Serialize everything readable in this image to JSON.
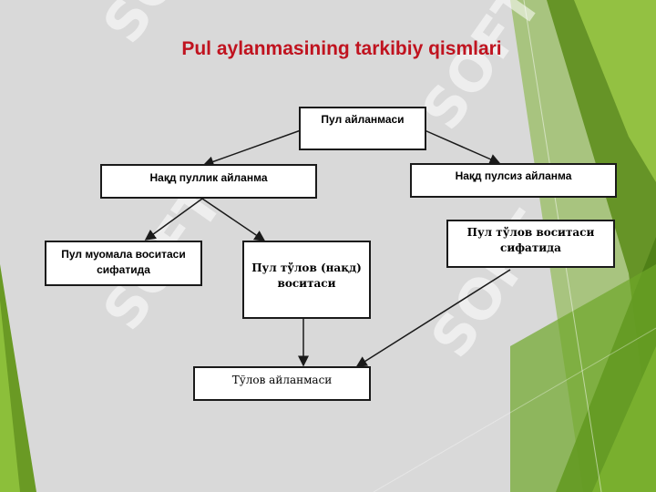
{
  "slide": {
    "title": "Pul aylanmasining tarkibiy qismlari"
  },
  "diagram": {
    "nodes": {
      "root": "Пул айланмаси",
      "cash": "Нақд пуллик айланма",
      "noncash": "Нақд пулсиз айланма",
      "cash_circulation": "Пул муомала воситаси сифатида",
      "cash_payment": "Пул тўлов (нақд) воситаси",
      "noncash_payment": "Пул тўлов воситаси сифатида",
      "payment_turnover": "Тўлов айланмаси"
    }
  },
  "watermark": {
    "text": "SOFT"
  },
  "colors": {
    "title": "#c0131f",
    "background": "#d9d9d9",
    "green_dark": "#5e8f1e",
    "green_light": "#8cbf3a"
  }
}
